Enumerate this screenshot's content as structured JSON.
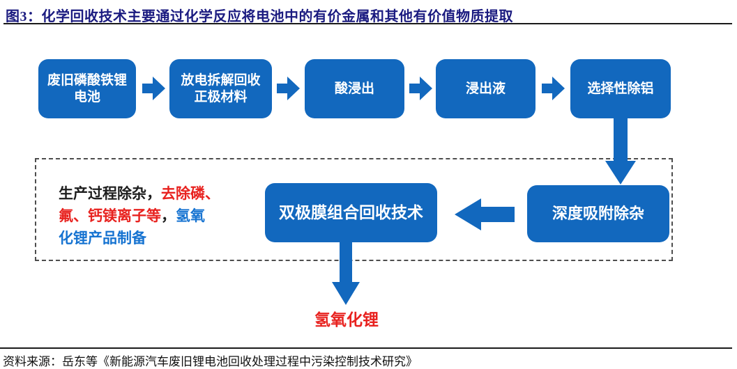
{
  "title": "图3：化学回收技术主要通过化学反应将电池中的有价金属和其他有价值物质提取",
  "colors": {
    "box_blue": "#1268be",
    "title_navy": "#1b1b80",
    "highlight_red": "#e8221f",
    "highlight_blue": "#1673d1"
  },
  "flow_row1": [
    {
      "label": "废旧磷酸铁锂电池"
    },
    {
      "label": "放电拆解回收正极材料"
    },
    {
      "label": "酸浸出"
    },
    {
      "label": "浸出液"
    },
    {
      "label": "选择性除铝"
    }
  ],
  "stage2": {
    "bipolar_box": "双极膜组合回收技术",
    "adsorption_box": "深度吸附除杂"
  },
  "annotation": {
    "seg_black_1": "生产过程除杂，",
    "seg_red_1": "去除磷、",
    "seg_red_2": "氟、钙镁离子等",
    "seg_black_2": "，",
    "seg_blue_1": "氢氧",
    "seg_blue_2": "化锂产品制备"
  },
  "output_label": "氢氧化锂",
  "source": "资料来源：岳东等《新能源汽车废旧锂电池回收处理过程中污染控制技术研究》"
}
